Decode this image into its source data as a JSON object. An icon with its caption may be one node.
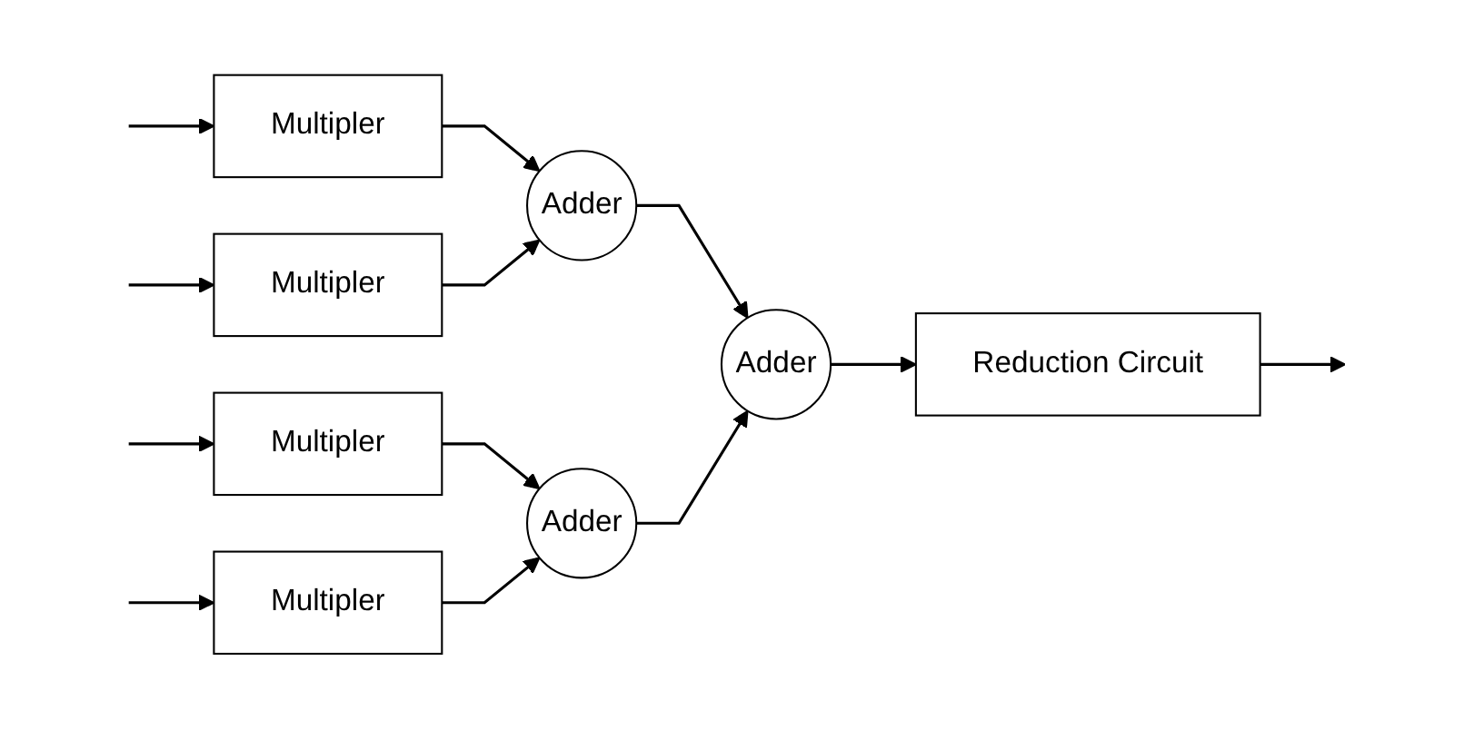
{
  "diagram": {
    "nodes": [
      {
        "text": [
          "Multipler"
        ]
      },
      {
        "text": [
          "Multipler"
        ]
      },
      {
        "text": [
          "Multipler"
        ]
      },
      {
        "text": [
          "Multipler"
        ]
      },
      {
        "text": [
          "Adder"
        ]
      },
      {
        "text": [
          "Adder"
        ]
      },
      {
        "text": [
          "Adder"
        ]
      },
      {
        "text": [
          "Reduction Circuit"
        ]
      }
    ],
    "edges": [
      {
        "from": null,
        "to": 0,
        "arrow": "to"
      },
      {
        "from": null,
        "to": 1,
        "arrow": "to"
      },
      {
        "from": null,
        "to": 2,
        "arrow": "to"
      },
      {
        "from": null,
        "to": 3,
        "arrow": "to"
      },
      {
        "from": 0,
        "to": 4,
        "arrow": "to"
      },
      {
        "from": 1,
        "to": 4,
        "arrow": "to"
      },
      {
        "from": 2,
        "to": 5,
        "arrow": "to"
      },
      {
        "from": 3,
        "to": 5,
        "arrow": "to"
      },
      {
        "from": 4,
        "to": 6,
        "arrow": "to"
      },
      {
        "from": 5,
        "to": 6,
        "arrow": "to"
      },
      {
        "from": 6,
        "to": 7,
        "arrow": "to"
      },
      {
        "from": 7,
        "to": null,
        "arrow": "to"
      }
    ]
  }
}
